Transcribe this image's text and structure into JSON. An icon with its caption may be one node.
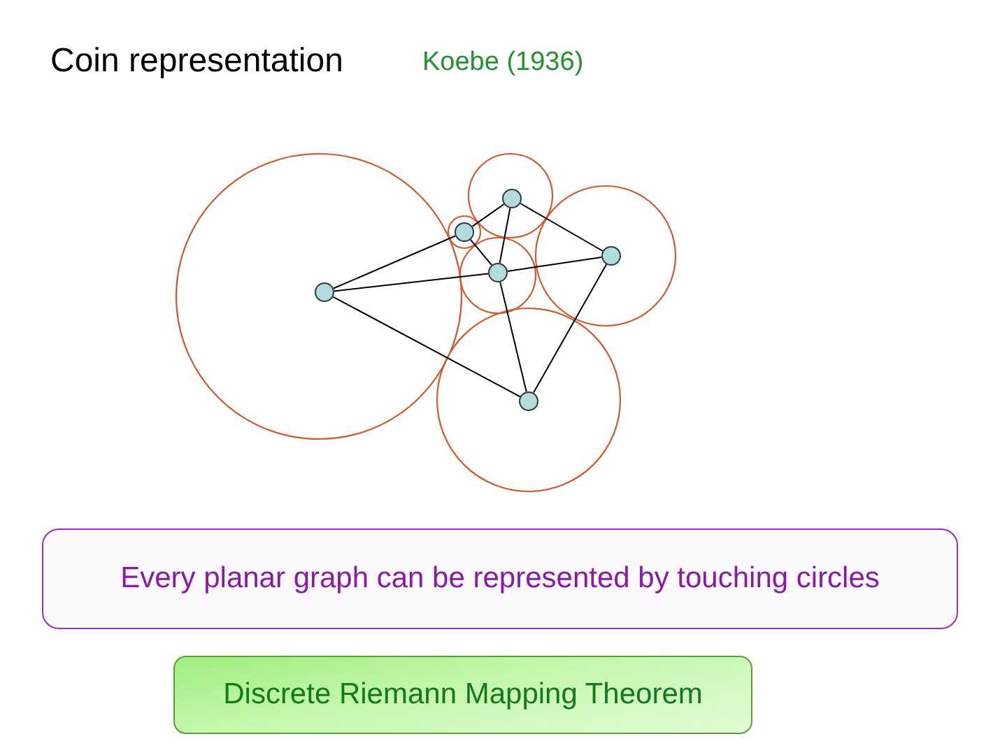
{
  "diagram": {
    "title": "Coin representation",
    "nodes": [
      {
        "text": [],
        "shape": "circle"
      },
      {
        "text": [],
        "shape": "circle"
      },
      {
        "text": [],
        "shape": "circle"
      },
      {
        "text": [],
        "shape": "circle"
      },
      {
        "text": [],
        "shape": "circle"
      },
      {
        "text": [],
        "shape": "circle"
      },
      {
        "text": [
          "Every planar graph can be represented by touching circles"
        ]
      },
      {
        "text": [
          "Discrete Riemann Mapping Theorem"
        ]
      }
    ],
    "edges": [
      {
        "from": 0,
        "to": 1,
        "arrow": "none"
      },
      {
        "from": 0,
        "to": 3,
        "arrow": "none"
      },
      {
        "from": 0,
        "to": 5,
        "arrow": "none"
      },
      {
        "from": 1,
        "to": 2,
        "arrow": "none"
      },
      {
        "from": 1,
        "to": 3,
        "arrow": "none"
      },
      {
        "from": 2,
        "to": 3,
        "arrow": "none"
      },
      {
        "from": 2,
        "to": 4,
        "arrow": "none"
      },
      {
        "from": 3,
        "to": 4,
        "arrow": "none"
      },
      {
        "from": 3,
        "to": 5,
        "arrow": "none"
      },
      {
        "from": 4,
        "to": 5,
        "arrow": "none"
      }
    ],
    "labels": [
      "Koebe (1936)"
    ]
  }
}
